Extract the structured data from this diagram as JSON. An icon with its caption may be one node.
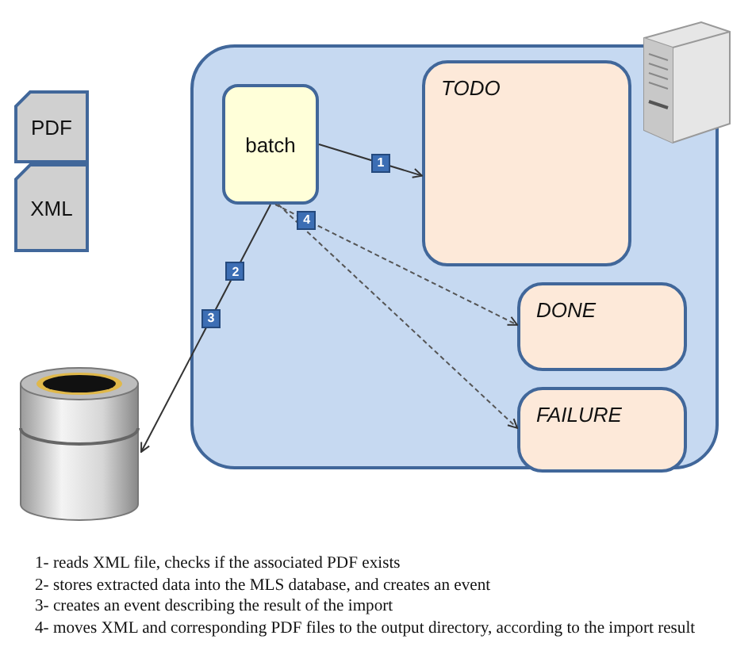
{
  "diagram": {
    "nodes": [
      {
        "text": [],
        "shape": "box"
      },
      {
        "text": [
          "batch"
        ],
        "in": 0
      },
      {
        "text": [
          "TODO"
        ],
        "in": 0
      },
      {
        "text": [
          "DONE"
        ],
        "in": 0
      },
      {
        "text": [
          "FAILURE"
        ],
        "in": 0
      },
      {
        "text": [
          "PDF"
        ]
      },
      {
        "text": [
          "XML"
        ]
      },
      {
        "text": [],
        "shape": "cylinder"
      }
    ],
    "edges": [
      {
        "from": 1,
        "to": 2,
        "arrow": "to",
        "label": "1"
      },
      {
        "from": 1,
        "to": 7,
        "arrow": "to",
        "label": "2"
      },
      {
        "from": 1,
        "to": 3,
        "arrow": "to",
        "label": "4",
        "style": "dashed"
      },
      {
        "from": 1,
        "to": 4,
        "arrow": "to",
        "style": "dashed"
      }
    ],
    "labels": [
      "3",
      "1- reads XML file, checks if the associated PDF exists",
      "2- stores extracted data into the MLS database, and creates an event",
      "3- creates an event describing the result of the import",
      "4- moves XML and corresponding PDF files to the output directory, according to the import result"
    ]
  }
}
